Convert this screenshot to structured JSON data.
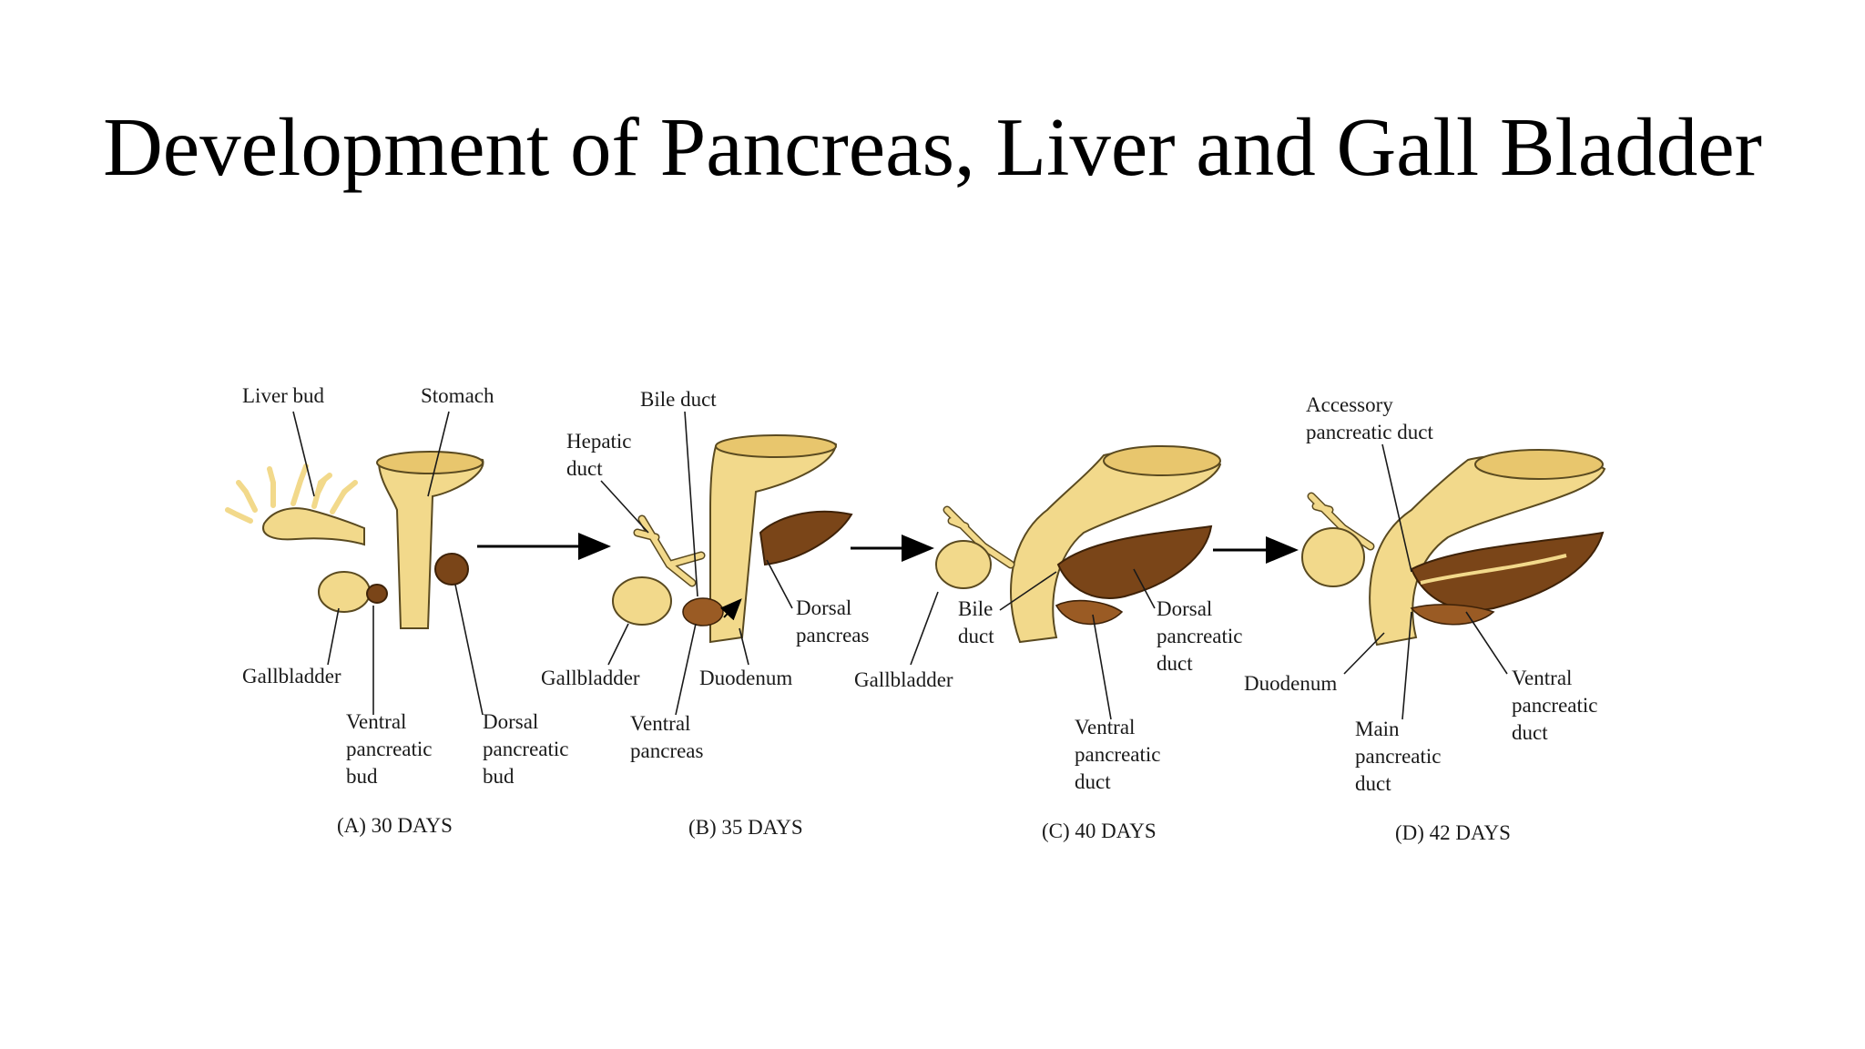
{
  "slide": {
    "title": "Development of Pancreas, Liver and Gall Bladder"
  },
  "panels": {
    "a": {
      "caption": "(A)  30 DAYS",
      "labels": {
        "liver_bud": "Liver bud",
        "stomach": "Stomach",
        "gallbladder": "Gallbladder",
        "ventral_bud_1": "Ventral",
        "ventral_bud_2": "pancreatic",
        "ventral_bud_3": "bud",
        "dorsal_bud_1": "Dorsal",
        "dorsal_bud_2": "pancreatic",
        "dorsal_bud_3": "bud"
      }
    },
    "b": {
      "caption": "(B)  35 DAYS",
      "labels": {
        "bile_duct": "Bile duct",
        "hepatic_duct_1": "Hepatic",
        "hepatic_duct_2": "duct",
        "dorsal_pancreas_1": "Dorsal",
        "dorsal_pancreas_2": "pancreas",
        "gallbladder": "Gallbladder",
        "duodenum": "Duodenum",
        "ventral_pancreas_1": "Ventral",
        "ventral_pancreas_2": "pancreas"
      }
    },
    "c": {
      "caption": "(C)  40 DAYS",
      "labels": {
        "bile_duct_1": "Bile",
        "bile_duct_2": "duct",
        "dorsal_duct_1": "Dorsal",
        "dorsal_duct_2": "pancreatic",
        "dorsal_duct_3": "duct",
        "gallbladder": "Gallbladder",
        "ventral_duct_1": "Ventral",
        "ventral_duct_2": "pancreatic",
        "ventral_duct_3": "duct"
      }
    },
    "d": {
      "caption": "(D)  42 DAYS",
      "labels": {
        "accessory_1": "Accessory",
        "accessory_2": "pancreatic duct",
        "duodenum": "Duodenum",
        "ventral_duct_1": "Ventral",
        "ventral_duct_2": "pancreatic",
        "ventral_duct_3": "duct",
        "main_duct_1": "Main",
        "main_duct_2": "pancreatic",
        "main_duct_3": "duct"
      }
    }
  },
  "colors": {
    "gut_tube": "#f2d98b",
    "pancreas": "#7a4518",
    "text": "#1a1a1a"
  }
}
